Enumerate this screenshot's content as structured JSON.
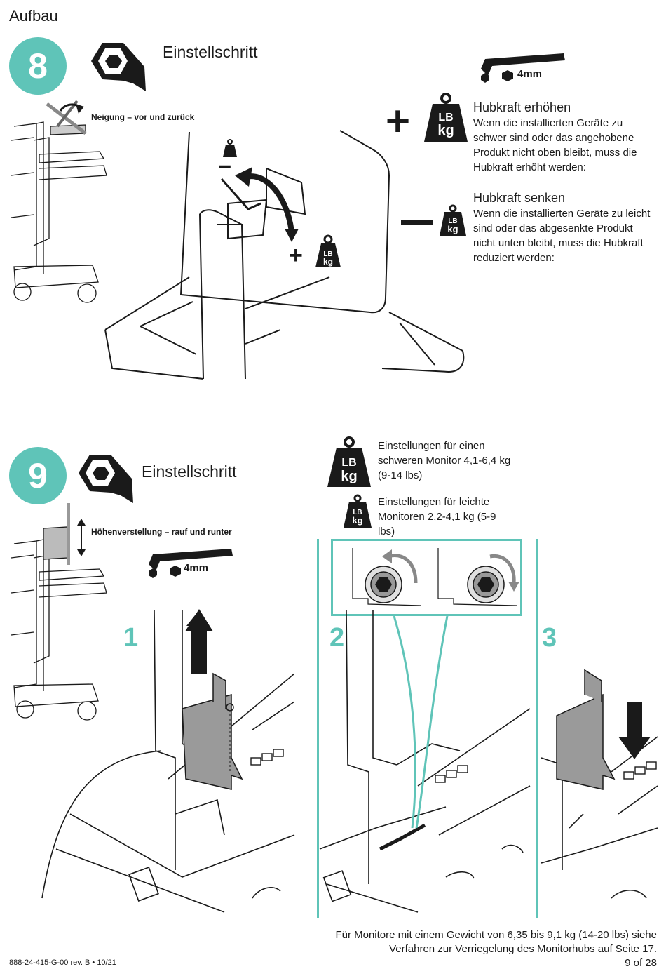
{
  "page": {
    "section_title": "Aufbau",
    "footer_left": "888-24-415-G-00 rev. B • 10/21",
    "page_number": "9 of 28"
  },
  "step8": {
    "number": "8",
    "label": "Einstellschritt",
    "motion_label": "Neigung – vor und zurück",
    "tool_size": "4mm",
    "increase_title": "Hubkraft erhöhen",
    "increase_text": "Wenn die installierten Geräte zu schwer sind oder das angehobene Produkt nicht oben bleibt, muss die Hubkraft erhöht werden:",
    "decrease_title": "Hubkraft senken",
    "decrease_text": "Wenn die installierten Geräte zu leicht sind oder das abgesenkte Produkt nicht unten bleibt, muss die Hubkraft reduziert werden:",
    "plus_symbol": "+",
    "minus_symbol": "–",
    "weight_lb": "LB",
    "weight_kg": "kg"
  },
  "step9": {
    "number": "9",
    "label": "Einstellschritt",
    "motion_label": "Höhenverstellung – rauf und runter",
    "tool_size": "4mm",
    "heavy_text": "Einstellungen für einen schweren Monitor 4,1-6,4 kg (9-14 lbs)",
    "light_text": "Einstellungen für leichte Monitoren 2,2-4,1 kg (5-9 lbs)",
    "sub_steps": [
      "1",
      "2",
      "3"
    ],
    "note": "Für Monitore mit einem Gewicht von 6,35 bis 9,1 kg (14-20 lbs) siehe Verfahren zur Verriegelung des Monitorhubs auf Seite 17."
  },
  "colors": {
    "accent": "#5fc4b8",
    "dark": "#1a1a1a",
    "bracket_gray": "#9a9a9a"
  }
}
